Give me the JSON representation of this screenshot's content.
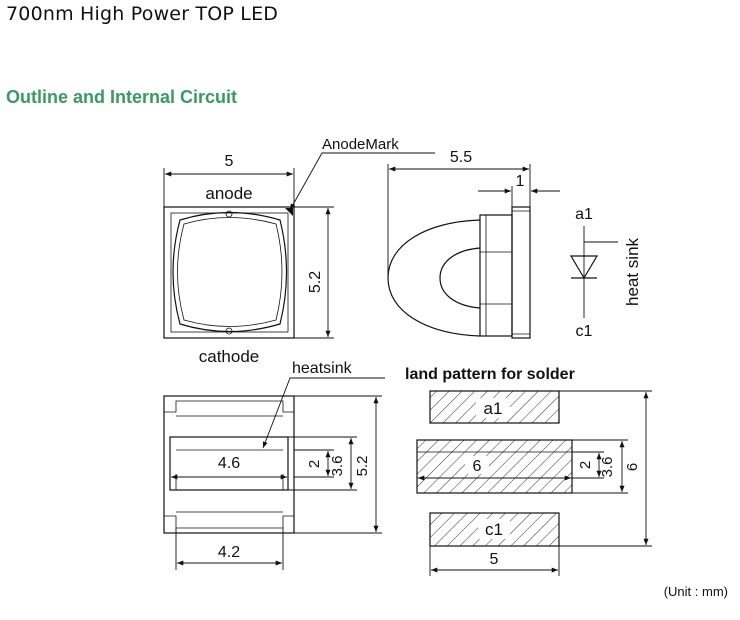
{
  "header": {
    "title": "700nm High Power TOP LED",
    "section": "Outline and Internal Circuit"
  },
  "top_view": {
    "width_dim": "5",
    "height_dim": "5.2",
    "anode_label": "anode",
    "cathode_label": "cathode",
    "anode_mark_label": "AnodeMark"
  },
  "side_view": {
    "depth_dim": "5.5",
    "lead_dim": "1"
  },
  "circuit": {
    "anode_pin": "a1",
    "cathode_pin": "c1",
    "heatsink_label": "heat sink"
  },
  "bottom_view": {
    "heatsink_label": "heatsink",
    "heatsink_width": "4.6",
    "pad_width": "4.2",
    "dim_2": "2",
    "dim_3_6": "3.6",
    "dim_5_2": "5.2"
  },
  "land_pattern": {
    "title": "land pattern for solder",
    "pad_a": "a1",
    "pad_mid": "6",
    "pad_c": "c1",
    "width_dim": "5",
    "dim_2": "2",
    "dim_3_6": "3.6",
    "dim_6": "6"
  },
  "footer": {
    "unit_note": "(Unit : mm)"
  }
}
